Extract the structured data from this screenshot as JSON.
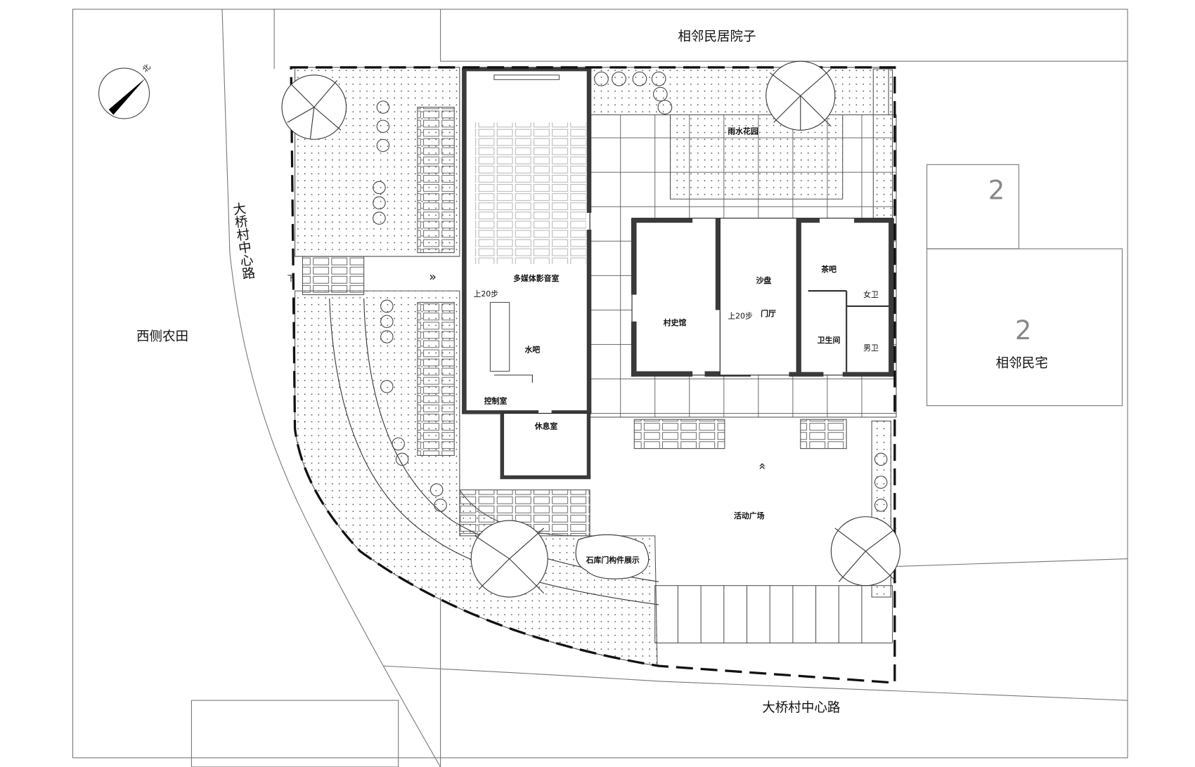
{
  "site": {
    "neighbor_yard": "相邻民居院子",
    "west_road": "大桥村中心路",
    "south_road": "大桥村中心路",
    "west_farmland": "西侧农田",
    "neighbor_house": "相邻民宅",
    "neighbor_floors_a": "2",
    "neighbor_floors_b": "2",
    "north_label": "北",
    "down_label": "下"
  },
  "rooms": {
    "multimedia": "多媒体影音室",
    "stairs_up_1": "上20步",
    "water_bar": "水吧",
    "control_room": "控制室",
    "lounge": "休息室",
    "village_history": "村史馆",
    "sand_table": "沙盘",
    "lobby": "门厅",
    "stairs_up_2": "上20步",
    "tea_bar": "茶吧",
    "female_wc": "女卫",
    "male_wc": "男卫",
    "restroom": "卫生间"
  },
  "landscape": {
    "rain_garden": "雨水花园",
    "plaza": "活动广场",
    "stone_gate_display": "石库门构件展示"
  }
}
